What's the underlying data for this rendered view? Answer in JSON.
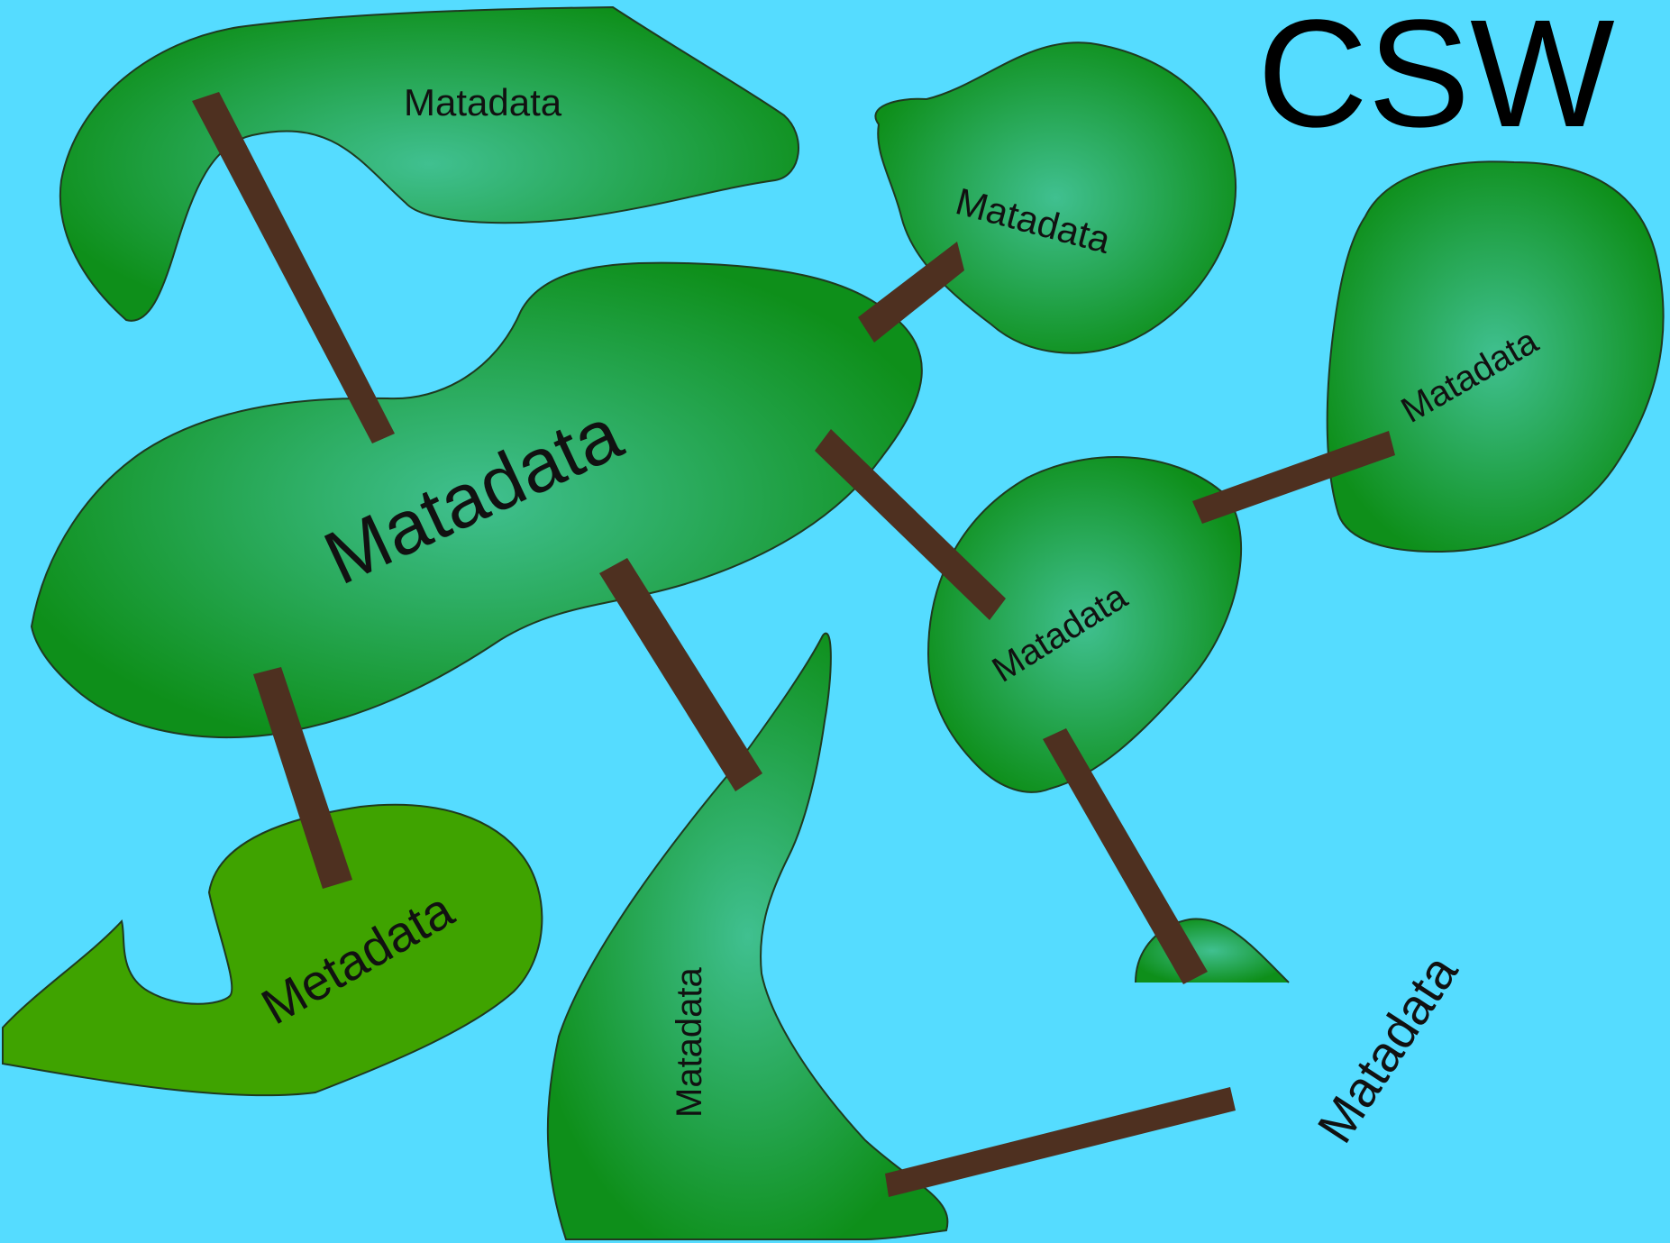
{
  "title": "CSW",
  "colors": {
    "water": "#55dcff",
    "island_edge": "#0e8f1a",
    "island_center": "#40c090",
    "island_light_edge": "#3fa300",
    "bridge": "#4e3020"
  },
  "islands": [
    {
      "id": "top-left",
      "label": "Matadata"
    },
    {
      "id": "top-middle",
      "label": "Matadata"
    },
    {
      "id": "right-top",
      "label": "Matadata"
    },
    {
      "id": "central",
      "label": "Matadata"
    },
    {
      "id": "middle-right",
      "label": "Matadata"
    },
    {
      "id": "bottom-left",
      "label": "Metadata"
    },
    {
      "id": "bottom-middle",
      "label": "Matadata"
    },
    {
      "id": "bottom-right",
      "label": "Matadata"
    }
  ],
  "bridges": [
    {
      "from": "top-left",
      "to": "central"
    },
    {
      "from": "central",
      "to": "top-middle"
    },
    {
      "from": "central",
      "to": "middle-right"
    },
    {
      "from": "middle-right",
      "to": "right-top"
    },
    {
      "from": "central",
      "to": "bottom-left"
    },
    {
      "from": "central",
      "to": "bottom-middle"
    },
    {
      "from": "middle-right",
      "to": "bottom-right"
    },
    {
      "from": "bottom-middle",
      "to": "bottom-right"
    }
  ]
}
